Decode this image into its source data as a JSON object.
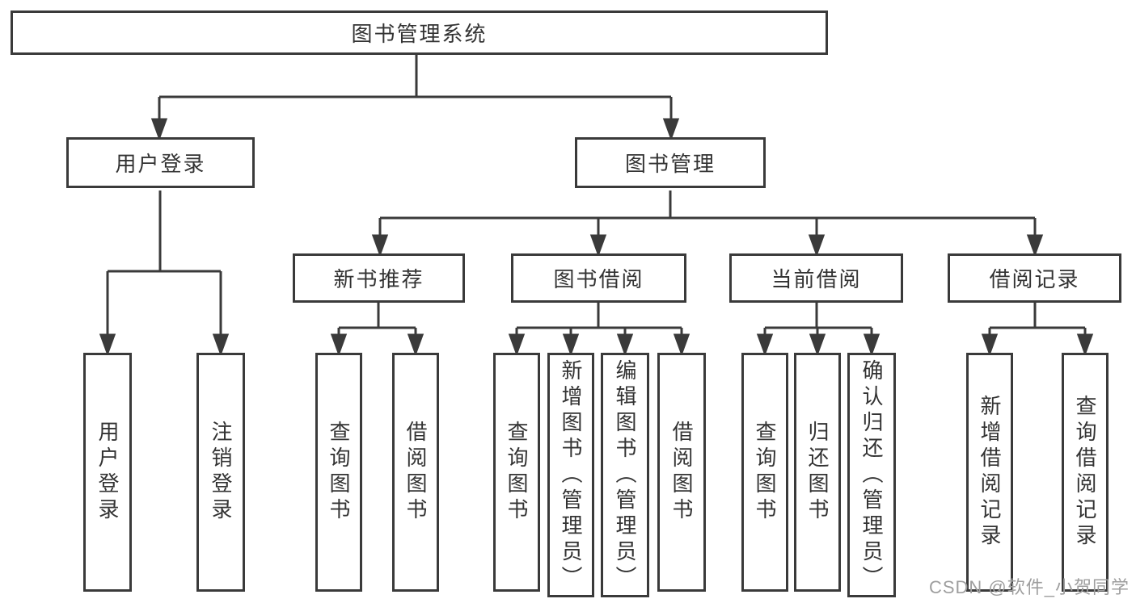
{
  "diagram": {
    "root": "图书管理系统",
    "branches": {
      "user_login": "用户登录",
      "book_management": "图书管理"
    },
    "modules": {
      "new_book": "新书推荐",
      "book_borrow": "图书借阅",
      "current_borrow": "当前借阅",
      "borrow_record": "借阅记录"
    },
    "leaves": {
      "user_login": [
        "用户登录",
        "注销登录"
      ],
      "new_book": [
        "查询图书",
        "借阅图书"
      ],
      "book_borrow": [
        "查询图书",
        "新增图书（管理员）",
        "编辑图书（管理员）",
        "借阅图书"
      ],
      "current_borrow": [
        "查询图书",
        "归还图书",
        "确认归还（管理员）"
      ],
      "borrow_record": [
        "新增借阅记录",
        "查询借阅记录"
      ]
    }
  },
  "watermark": "CSDN @软件_小贺同学",
  "colors": {
    "line": "#3a3a3a",
    "text": "#333333",
    "background": "#ffffff",
    "watermark": "#9e9e9e"
  }
}
